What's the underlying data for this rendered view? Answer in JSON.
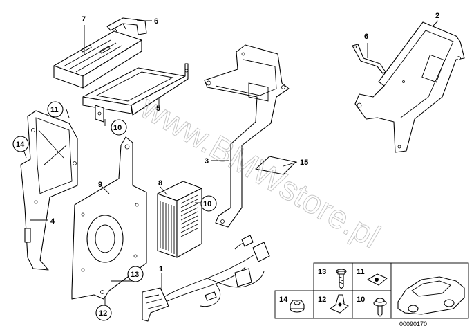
{
  "callouts": {
    "c1": "1",
    "c2": "2",
    "c3": "3",
    "c4": "4",
    "c5": "5",
    "c6a": "6",
    "c6b": "6",
    "c7": "7",
    "c8": "8",
    "c9": "9",
    "c10a": "10",
    "c10b": "10",
    "c11": "11",
    "c12": "12",
    "c13": "13",
    "c14": "14",
    "c15": "15"
  },
  "legend": {
    "l13": "13",
    "l11": "11",
    "l14": "14",
    "l12": "12",
    "l10": "10"
  },
  "watermark": "www.BMWstore.pl",
  "doc_number": "00090170"
}
